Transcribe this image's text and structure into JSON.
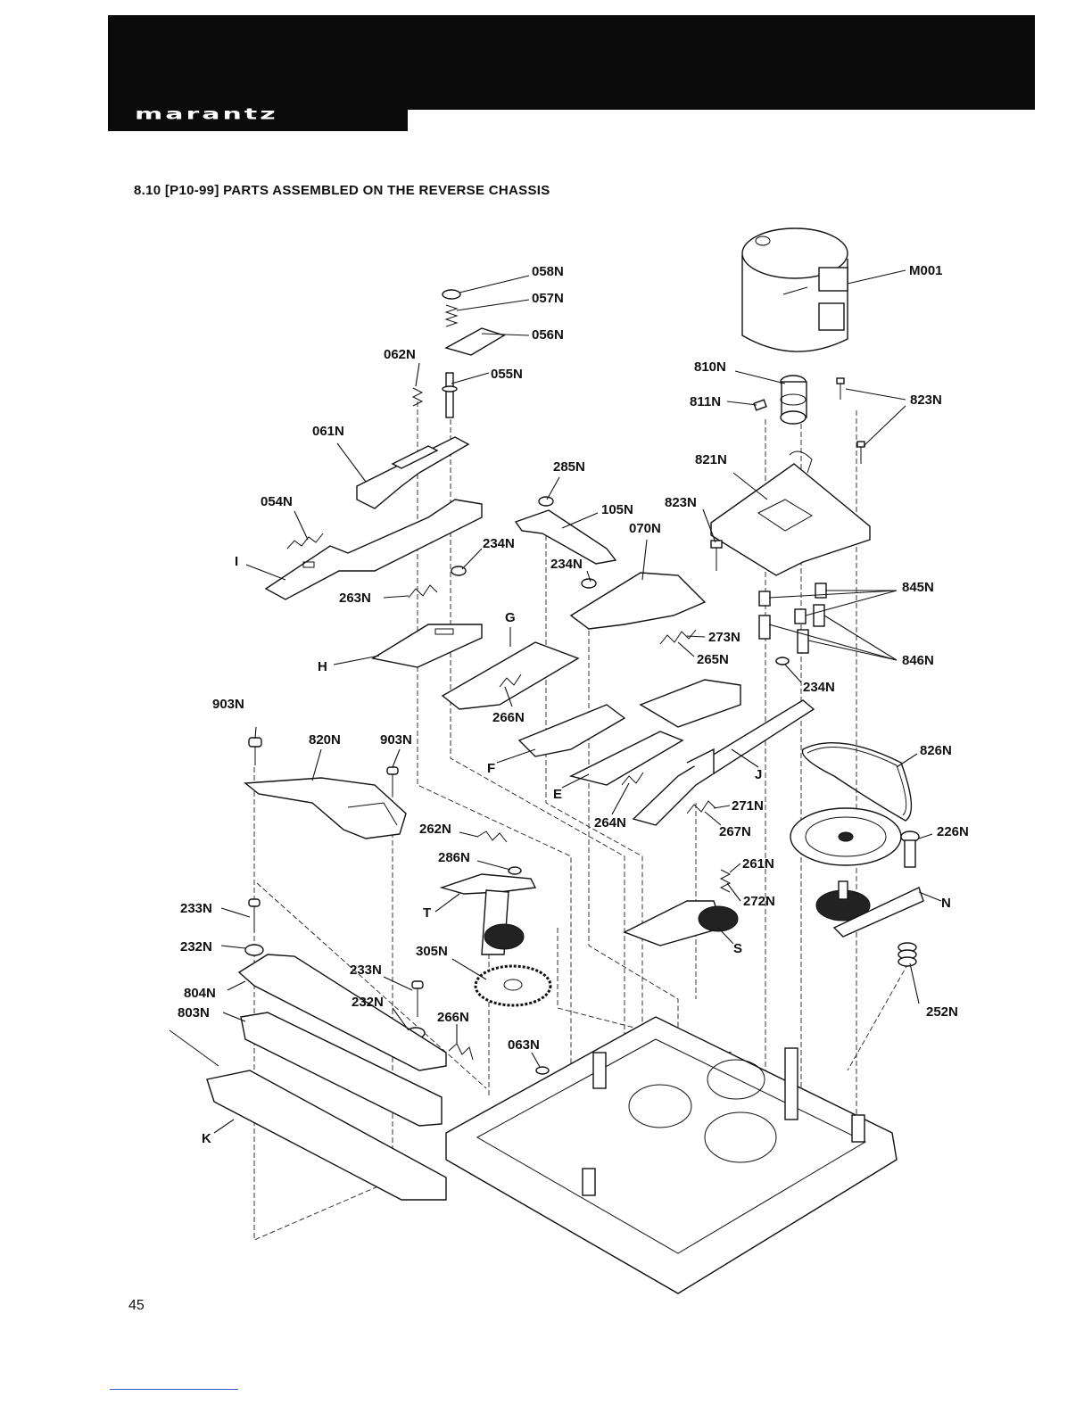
{
  "header": {
    "brand": "marantz"
  },
  "section_title": "8.10 [P10-99] PARTS ASSEMBLED ON THE REVERSE CHASSIS",
  "page_number": "45",
  "labels": [
    "058N",
    "057N",
    "056N",
    "062N",
    "055N",
    "061N",
    "054N",
    "I",
    "263N",
    "234N",
    "H",
    "G",
    "285N",
    "105N",
    "070N",
    "823N",
    "234N",
    "273N",
    "265N",
    "810N",
    "811N",
    "821N",
    "823N",
    "M001",
    "845N",
    "846N",
    "234N",
    "266N",
    "F",
    "E",
    "264N",
    "J",
    "271N",
    "267N",
    "826N",
    "226N",
    "903N",
    "820N",
    "903N",
    "262N",
    "286N",
    "T",
    "261N",
    "272N",
    "N",
    "S",
    "233N",
    "232N",
    "305N",
    "233N",
    "804N",
    "803N",
    "232N",
    "266N",
    "063N",
    "252N",
    "K"
  ]
}
